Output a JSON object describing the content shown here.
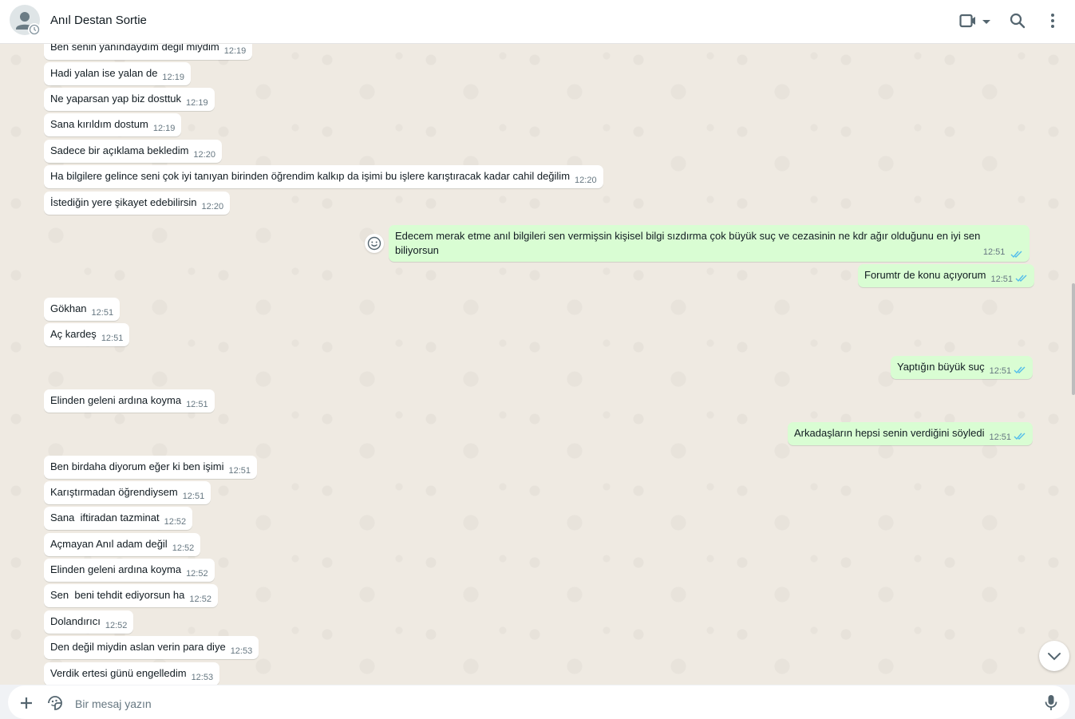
{
  "header": {
    "contact_name": "Anıl Destan Sortie",
    "icons": [
      "video-call-icon",
      "chevron-down-icon",
      "search-icon",
      "menu-icon"
    ]
  },
  "colors": {
    "incoming_bubble": "#ffffff",
    "outgoing_bubble": "#d9fdd3",
    "read_ticks": "#53bdeb",
    "chat_background": "#efeae2"
  },
  "messages": [
    {
      "dir": "in",
      "text": "Ben senin yanındaydım değil miydim",
      "time": "12:19"
    },
    {
      "dir": "in",
      "text": "Hadi yalan ise yalan de",
      "time": "12:19"
    },
    {
      "dir": "in",
      "text": "Ne yaparsan yap biz dosttuk",
      "time": "12:19"
    },
    {
      "dir": "in",
      "text": "Sana kırıldım dostum",
      "time": "12:19"
    },
    {
      "dir": "in",
      "text": "Sadece bir açıklama bekledim",
      "time": "12:20"
    },
    {
      "dir": "in",
      "text": "Ha bilgilere gelince seni çok iyi tanıyan birinden öğrendim kalkıp da işimi bu işlere karıştıracak kadar cahil değilim",
      "time": "12:20"
    },
    {
      "dir": "in",
      "text": "İstediğin yere şikayet edebilirsin",
      "time": "12:20"
    },
    {
      "dir": "out",
      "text": "Edecem merak etme anıl bilgileri sen vermişsin kişisel bilgi sızdırma çok büyük suç ve cezasinin ne kdr ağır olduğunu en iyi sen biliyorsun",
      "time": "12:51"
    },
    {
      "dir": "out",
      "text": "Forumtr de konu açıyorum",
      "time": "12:51"
    },
    {
      "dir": "in",
      "text": "Gökhan",
      "time": "12:51"
    },
    {
      "dir": "in",
      "text": "Aç kardeş",
      "time": "12:51"
    },
    {
      "dir": "out",
      "text": "Yaptığın büyük suç",
      "time": "12:51"
    },
    {
      "dir": "in",
      "text": "Elinden geleni ardına koyma",
      "time": "12:51"
    },
    {
      "dir": "out",
      "text": "Arkadaşların hepsi senin verdiğini söyledi",
      "time": "12:51"
    },
    {
      "dir": "in",
      "text": "Ben birdaha diyorum eğer ki ben işimi",
      "time": "12:51"
    },
    {
      "dir": "in",
      "text": "Karıştırmadan öğrendiysem",
      "time": "12:51"
    },
    {
      "dir": "in",
      "text": "Sana  iftiradan tazminat",
      "time": "12:52"
    },
    {
      "dir": "in",
      "text": "Açmayan Anıl adam değil",
      "time": "12:52"
    },
    {
      "dir": "in",
      "text": "Elinden geleni ardına koyma",
      "time": "12:52"
    },
    {
      "dir": "in",
      "text": "Sen  beni tehdit ediyorsun ha",
      "time": "12:52"
    },
    {
      "dir": "in",
      "text": "Dolandırıcı",
      "time": "12:52"
    },
    {
      "dir": "in",
      "text": "Den değil miydin aslan verin para diye",
      "time": "12:53"
    },
    {
      "dir": "in",
      "text": "Verdik ertesi günü engelledim",
      "time": "12:53"
    }
  ],
  "composer": {
    "placeholder": "Bir mesaj yazın",
    "icons": [
      "plus-icon",
      "sticker-icon",
      "microphone-icon"
    ]
  }
}
